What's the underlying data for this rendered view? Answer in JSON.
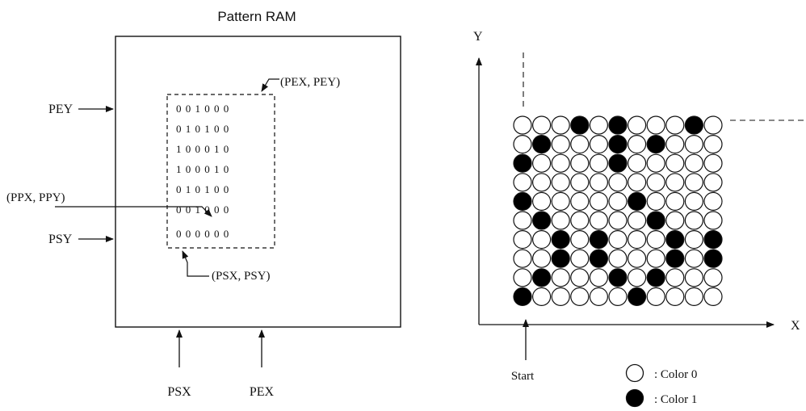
{
  "left_diagram": {
    "title": "Pattern RAM",
    "labels": {
      "pey": "PEY",
      "psy": "PSY",
      "psx": "PSX",
      "pex": "PEX",
      "pex_pey": "(PEX, PEY)",
      "ppx_ppy": "(PPX, PPY)",
      "psx_psy": "(PSX, PSY)"
    },
    "matrix": [
      "0 0 1 0 0 0",
      "0 1 0 1 0 0",
      "1 0 0 0 1 0",
      "1 0 0 0 1 0",
      "0 1 0 1 0 0",
      "0 0 1 0 0 0",
      "0 0 0 0 0 0"
    ]
  },
  "right_diagram": {
    "axis_y": "Y",
    "axis_x": "X",
    "start_label": "Start",
    "legend": [
      {
        "label": ": Color 0",
        "fill": "#ffffff"
      },
      {
        "label": ": Color 1",
        "fill": "#000000"
      }
    ],
    "grid": [
      "00010100010",
      "01000101000",
      "10000100000",
      "00000000000",
      "10000010000",
      "01000001000",
      "00101000101",
      "00101000101",
      "01000101000",
      "10000010000"
    ],
    "colors": {
      "on": "#000000",
      "off": "#ffffff",
      "stroke": "#111111"
    }
  }
}
